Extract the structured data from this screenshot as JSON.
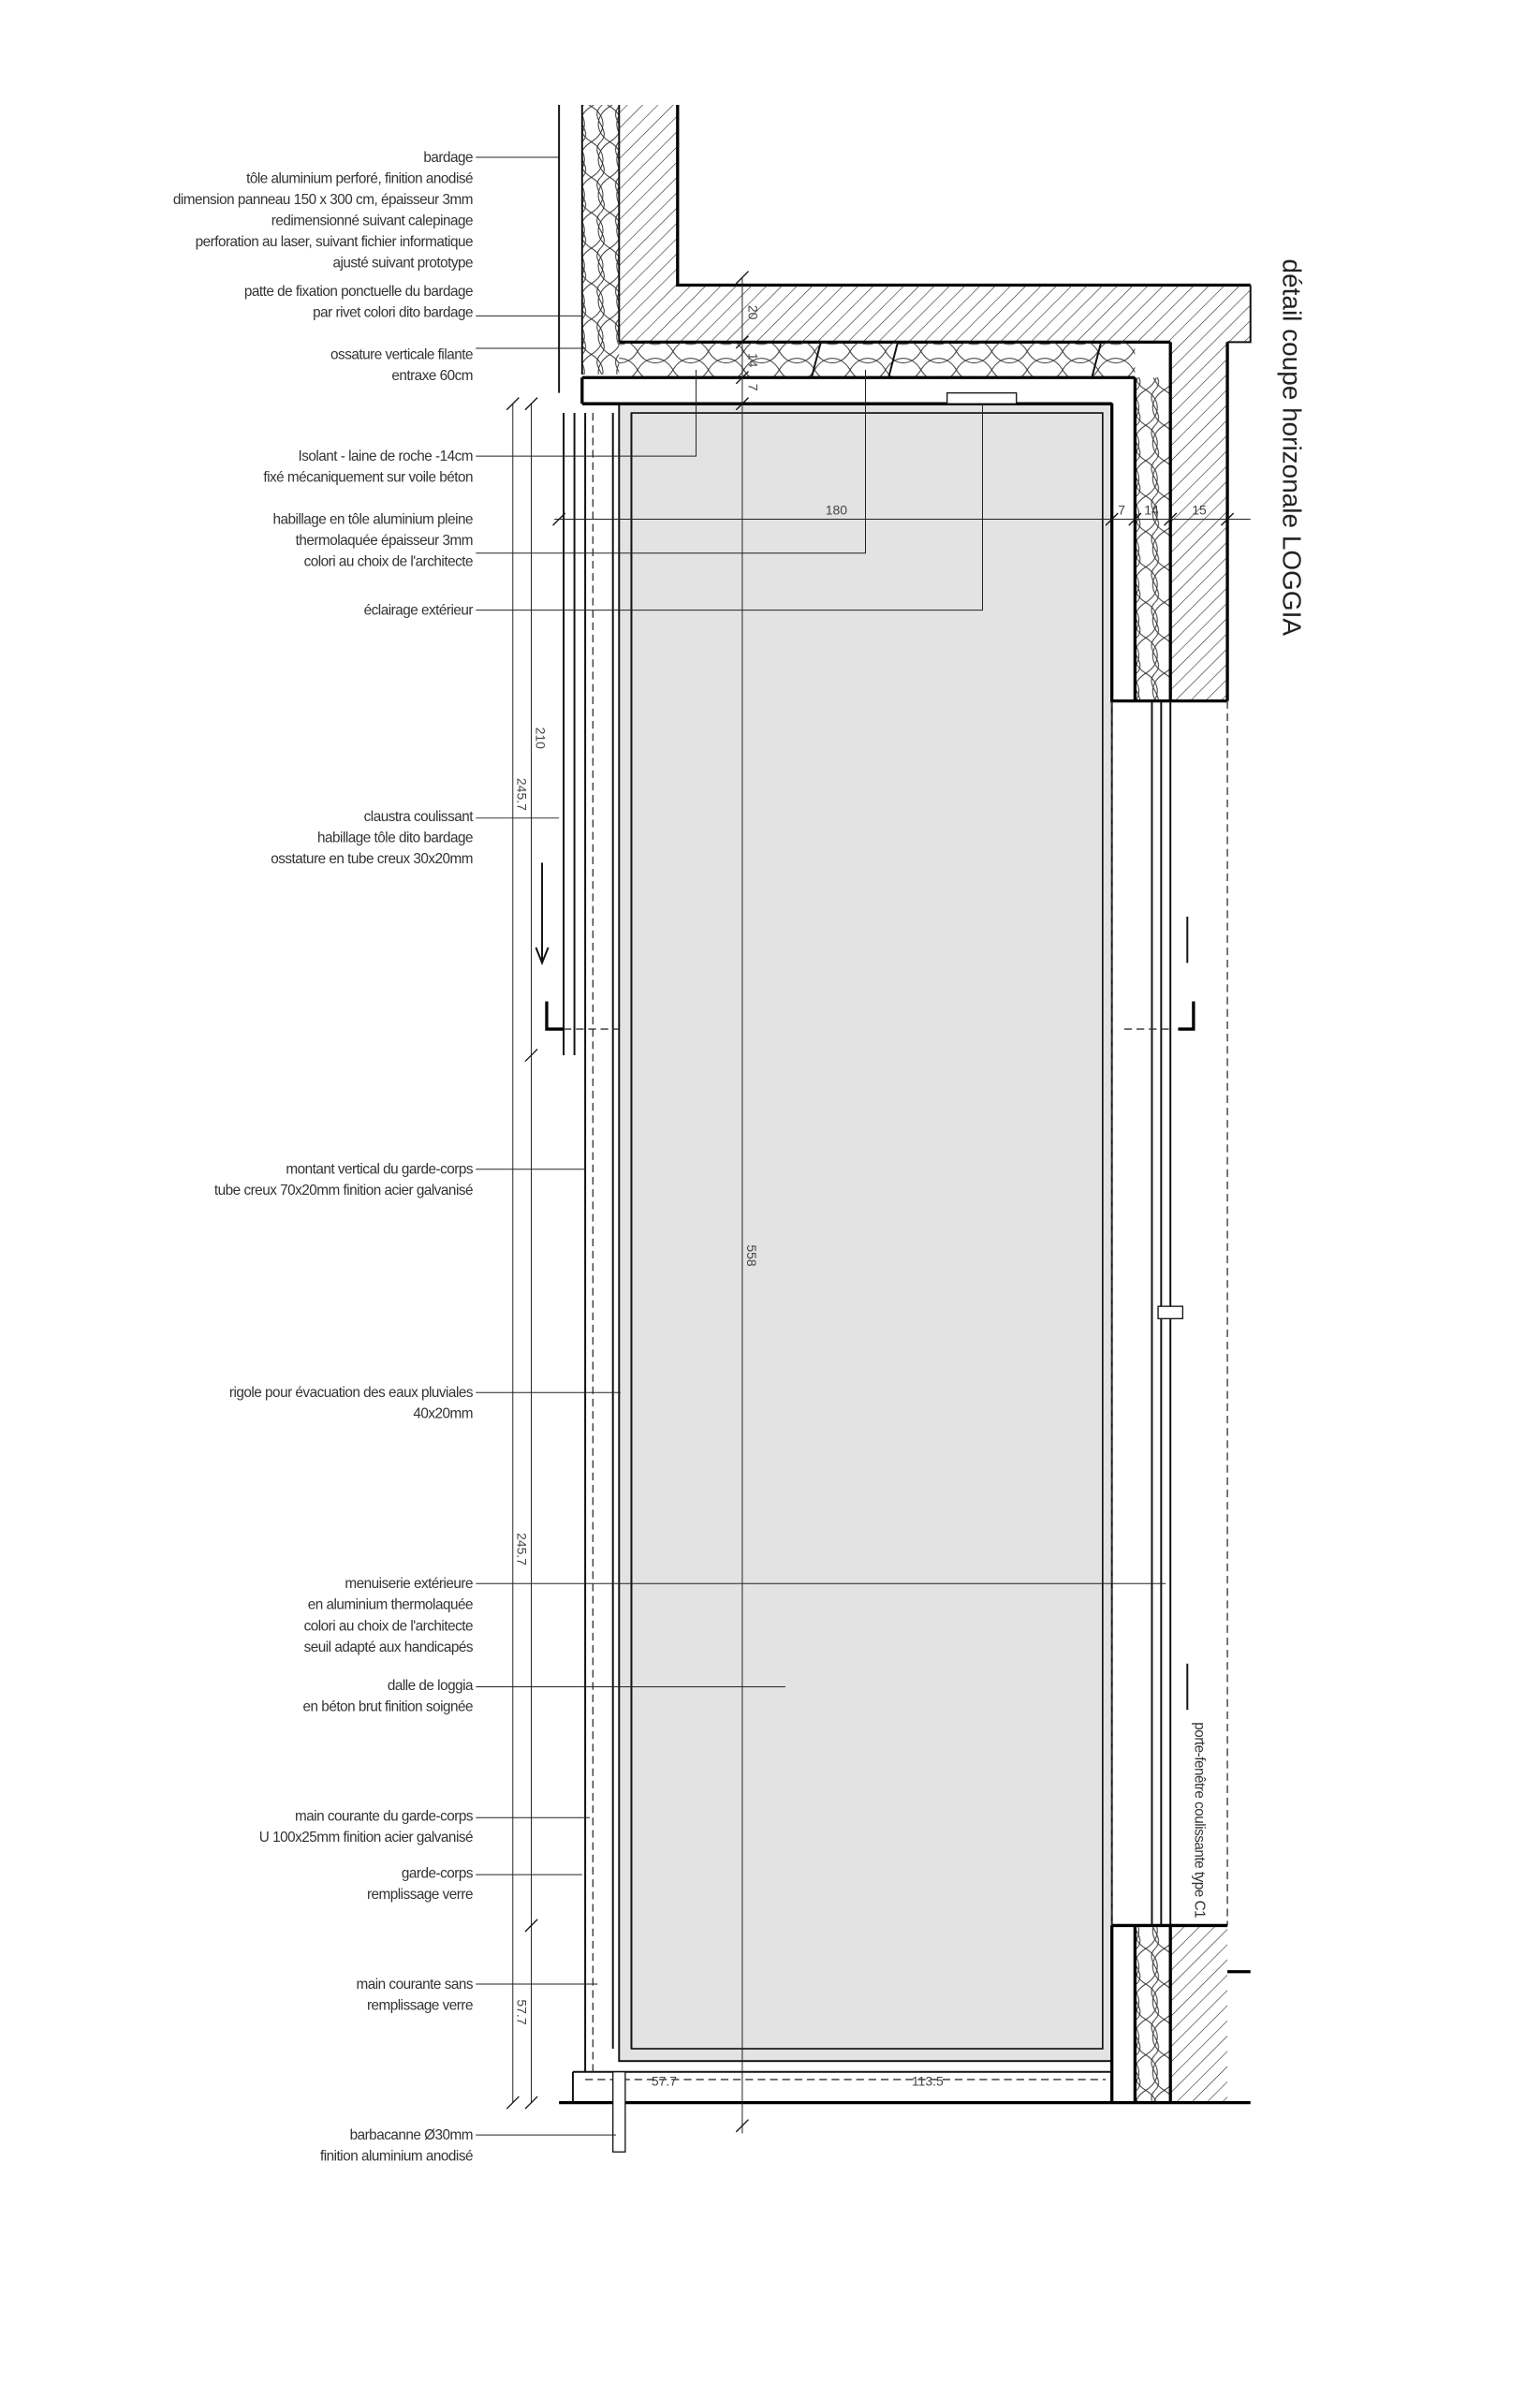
{
  "title": "détail coupe horizonale LOGGIA",
  "window_label": "porte-fenêtre coulissante type C1",
  "annotations": [
    {
      "lines": [
        "bardage",
        "tôle aluminium perforé, finition anodisé",
        "dimension panneau 150 x 300 cm, épaisseur 3mm",
        "redimensionné suivant calepinage",
        "perforation au laser, suivant fichier informatique",
        "ajusté suivant prototype"
      ]
    },
    {
      "lines": [
        "patte de fixation ponctuelle du bardage",
        "par rivet colori dito bardage"
      ]
    },
    {
      "lines": [
        "ossature verticale filante",
        "entraxe 60cm"
      ]
    },
    {
      "lines": [
        "Isolant - laine de roche -14cm",
        "fixé mécaniquement sur voile béton"
      ]
    },
    {
      "lines": [
        "habillage en tôle aluminium pleine",
        "thermolaquée épaisseur 3mm",
        "colori au choix de l'architecte"
      ]
    },
    {
      "lines": [
        "éclairage extérieur"
      ]
    },
    {
      "lines": [
        "claustra coulissant",
        "habillage tôle dito bardage",
        "osstature en tube creux 30x20mm"
      ]
    },
    {
      "lines": [
        "montant vertical du garde-corps",
        "tube creux 70x20mm finition acier galvanisé"
      ]
    },
    {
      "lines": [
        "rigole pour évacuation des eaux pluviales",
        "40x20mm"
      ]
    },
    {
      "lines": [
        "menuiserie extérieure",
        "en aluminium thermolaquée",
        "colori au choix de l'architecte",
        "seuil adapté aux handicapés"
      ]
    },
    {
      "lines": [
        "dalle de loggia",
        "en béton brut finition soignée"
      ]
    },
    {
      "lines": [
        "main courante du garde-corps",
        "U 100x25mm finition acier galvanisé"
      ]
    },
    {
      "lines": [
        "garde-corps",
        "remplissage verre"
      ]
    },
    {
      "lines": [
        "main courante sans",
        "remplissage verre"
      ]
    },
    {
      "lines": [
        "barbacanne Ø30mm",
        "finition aluminium anodisé"
      ]
    }
  ],
  "dimensions": {
    "wall_top": "20",
    "insulation_top": "14",
    "gap_top": "7",
    "width_total": "180",
    "gap_right": "7",
    "insulation_right": "14",
    "wall_right": "15",
    "claustra_height": "210",
    "left_upper": "245.7",
    "left_middle": "245.7",
    "left_lower": "57.7",
    "total_length": "558",
    "bottom_left": "57.7",
    "bottom_right": "113.5"
  },
  "colors": {
    "floor": "#e3e3e3",
    "line": "#111111",
    "text": "#333333"
  }
}
